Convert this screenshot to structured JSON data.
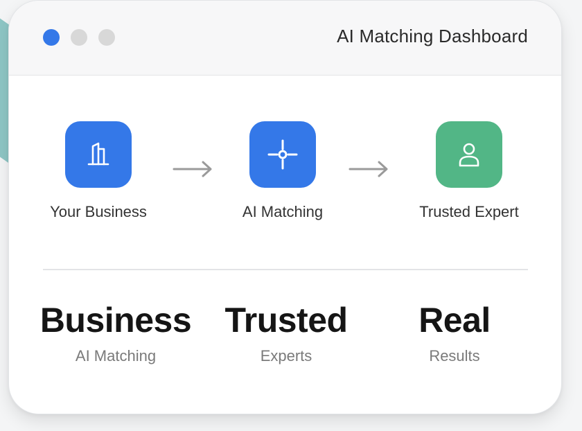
{
  "window": {
    "title": "AI Matching Dashboard",
    "controls": [
      {
        "name": "active-dot",
        "color": "#3478e8"
      },
      {
        "name": "inactive-dot",
        "color": "#d8d8d8"
      },
      {
        "name": "inactive-dot",
        "color": "#d8d8d8"
      }
    ]
  },
  "flow": {
    "steps": [
      {
        "label": "Your Business",
        "icon": "building-icon",
        "color": "#3478e8"
      },
      {
        "label": "AI Matching",
        "icon": "crosshair-icon",
        "color": "#3478e8"
      },
      {
        "label": "Trusted Expert",
        "icon": "user-icon",
        "color": "#52b686"
      }
    ],
    "arrow_icon": "arrow-right-icon",
    "arrow_color": "#9a9a9a"
  },
  "stats": [
    {
      "value": "Business",
      "label": "AI Matching"
    },
    {
      "value": "Trusted",
      "label": "Experts"
    },
    {
      "value": "Real",
      "label": "Results"
    }
  ],
  "colors": {
    "accent": "#3478e8",
    "success": "#52b686",
    "decor_teal": "#8ec6c5"
  }
}
